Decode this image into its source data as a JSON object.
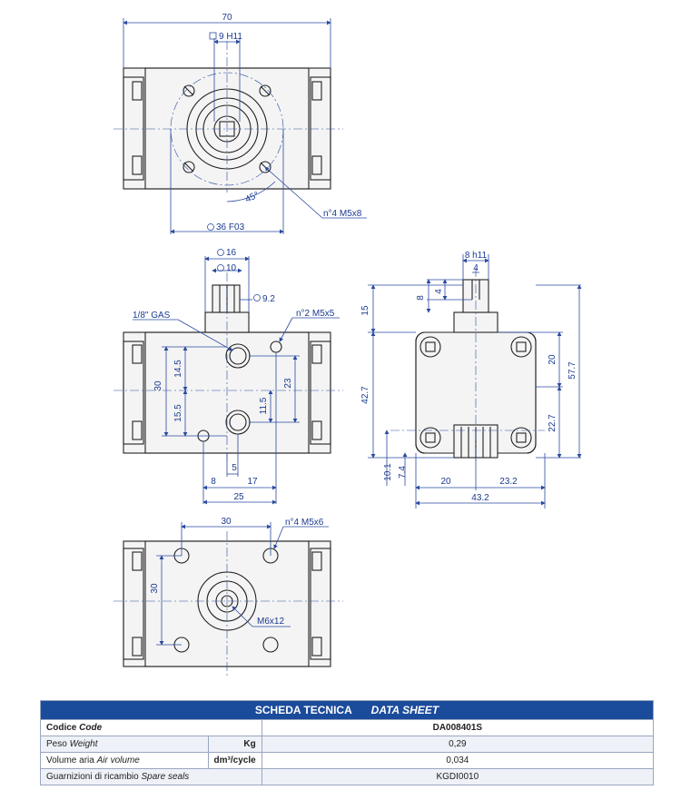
{
  "dims": {
    "top_width": "70",
    "top_square": "9 H11",
    "top_holes": "n°4 M5x8",
    "top_angle": "45°",
    "top_flange": "36 F03",
    "front_d16": "16",
    "front_d10": "10",
    "front_d92": "9.2",
    "front_gas": "1/8\" GAS",
    "front_m5": "n°2 M5x5",
    "front_30": "30",
    "front_145": "14.5",
    "front_155": "15.5",
    "front_23": "23",
    "front_115": "11.5",
    "front_8": "8",
    "front_5": "5",
    "front_17": "17",
    "front_25": "25",
    "side_8h11": "8 h11",
    "side_4a": "4",
    "side_8": "8",
    "side_4b": "4",
    "side_15": "15",
    "side_427": "42.7",
    "side_20v": "20",
    "side_577": "57.7",
    "side_227": "22.7",
    "side_101": "10.1",
    "side_74": "7.4",
    "side_20h": "20",
    "side_232": "23.2",
    "side_432": "43.2",
    "bot_30w": "30",
    "bot_30h": "30",
    "bot_holes": "n°4 M5x6",
    "bot_m6": "M6x12"
  },
  "sheet": {
    "title_it": "SCHEDA TECNICA",
    "title_en": "DATA SHEET",
    "rows": [
      {
        "label_it": "Codice",
        "label_en": "Code",
        "unit": "",
        "value": "DA008401S"
      },
      {
        "label_it": "Peso",
        "label_en": "Weight",
        "unit": "Kg",
        "value": "0,29"
      },
      {
        "label_it": "Volume aria",
        "label_en": "Air volume",
        "unit": "dm³/cycle",
        "value": "0,034"
      },
      {
        "label_it": "Guarnizioni di ricambio",
        "label_en": "Spare seals",
        "unit": "",
        "value": "KGDI0010"
      }
    ]
  },
  "colors": {
    "dimension": "#2a4aa0",
    "header": "#1b4b9b"
  }
}
